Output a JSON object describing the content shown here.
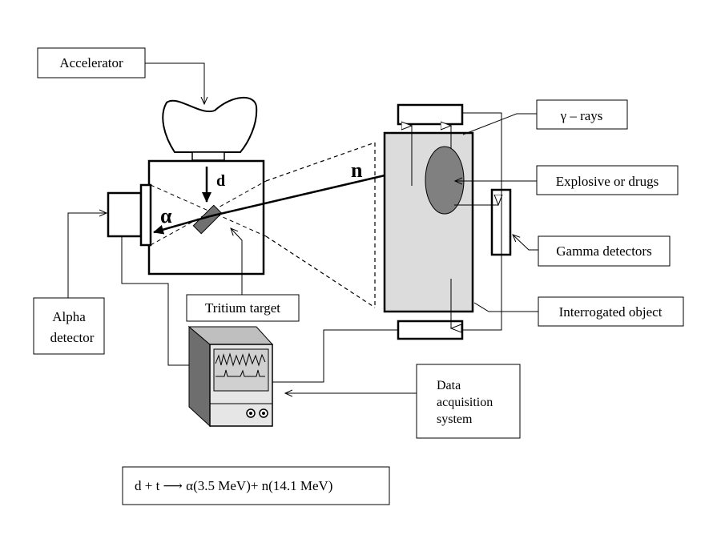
{
  "labels": {
    "accelerator": "Accelerator",
    "gamma_rays": "γ – rays",
    "explosive": "Explosive or drugs",
    "gamma_detectors": "Gamma detectors",
    "interrogated_object": "Interrogated object",
    "tritium_target": "Tritium target",
    "alpha_detector_line1": "Alpha",
    "alpha_detector_line2": "detector",
    "daq_line1": "Data",
    "daq_line2": "acquisition",
    "daq_line3": "system"
  },
  "symbols": {
    "deuteron": "d",
    "alpha": "α",
    "neutron": "n"
  },
  "reaction": {
    "text": "d + t ⟶ α(3.5 MeV)+ n(14.1 MeV)"
  },
  "colors": {
    "object_fill": "#dcdcdc",
    "explosive_fill": "#808080",
    "target_fill": "#707070",
    "monitor_side": "#6e6e6e",
    "monitor_screen": "#d0d0d0"
  }
}
